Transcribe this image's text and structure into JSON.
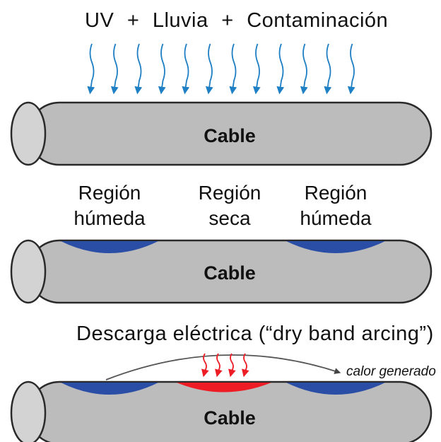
{
  "top_panel": {
    "title_parts": [
      "UV",
      "+",
      "Lluvia",
      "+",
      "Contaminación"
    ],
    "cable_label": "Cable"
  },
  "middle_panel": {
    "regions": [
      {
        "line1": "Región",
        "line2": "húmeda"
      },
      {
        "line1": "Región",
        "line2": "seca"
      },
      {
        "line1": "Región",
        "line2": "húmeda"
      }
    ],
    "cable_label": "Cable"
  },
  "bottom_panel": {
    "title": "Descarga eléctrica (“dry band arcing”)",
    "heat_note": "calor generado",
    "cable_label": "Cable"
  },
  "colors": {
    "cable_fill": "#bcbcbc",
    "cable_end": "#d3d3d3",
    "cable_stroke": "#2a2a2a",
    "wet_region": "#2a4da6",
    "dry_band_arc": "#ee1c25",
    "rain_arrow": "#1e7fc4",
    "heat_arrow": "#ee1c25",
    "arc_line": "#555555"
  },
  "icons": {
    "rain": "rain-arrow-icon",
    "heat": "heat-arrow-icon",
    "arc": "arc-arrow-icon"
  }
}
